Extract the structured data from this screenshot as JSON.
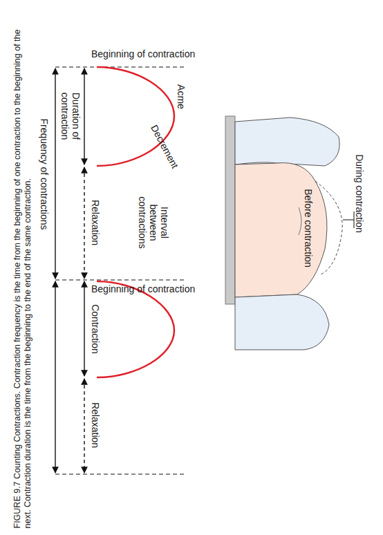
{
  "diagram": {
    "caption": "FIGURE 9.7 Counting Contractions. Contraction frequency is the time from the beginning of one contraction to the beginning of the next. Contraction duration is the time from the beginning to the end of the same contraction.",
    "labels": [
      "During contraction",
      "Before contraction",
      "Beginning of contraction",
      "Acme",
      "Decrement",
      "Duration of contraction",
      "Interval between contractions",
      "Relaxation",
      "Beginning of contraction",
      "Contraction",
      "Relaxation",
      "Frequency of contractions"
    ]
  }
}
